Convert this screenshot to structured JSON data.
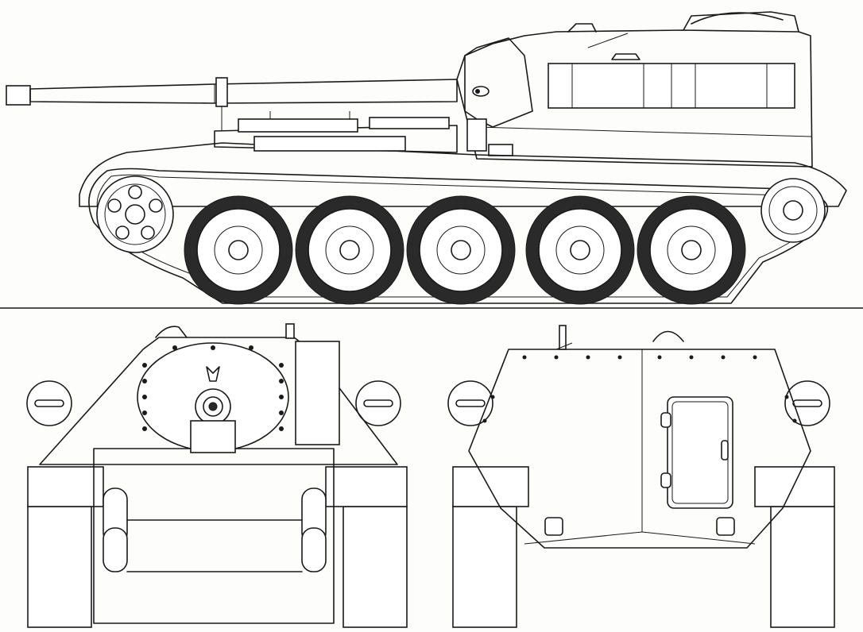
{
  "drawing": {
    "views": [
      "side",
      "front",
      "rear"
    ],
    "colors": {
      "line": "#1a1a1a",
      "paper": "#fdfdfb",
      "tire": "#2a2a2a"
    }
  }
}
